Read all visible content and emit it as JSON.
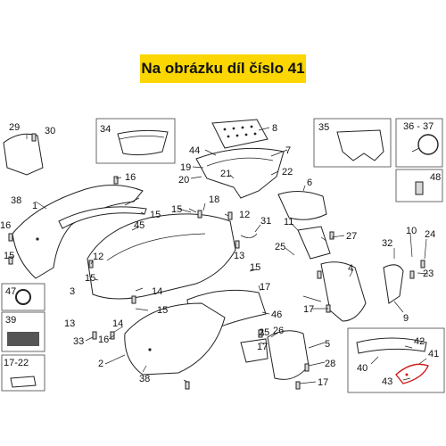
{
  "banner": {
    "text": "Na obrázku díl číslo 41"
  },
  "colors": {
    "banner_bg": "#fbd600",
    "highlight": "#d01c1c"
  },
  "labels": {
    "l1": "1",
    "l2": "2",
    "l3": "3",
    "l4": "4",
    "l5": "5",
    "l6": "6",
    "l7": "7",
    "l8": "8",
    "l9": "9",
    "l10": "10",
    "l11": "11",
    "l12a": "12",
    "l12b": "12",
    "l13a": "13",
    "l13b": "13",
    "l14a": "14",
    "l14b": "14",
    "l15a": "15",
    "l15b": "15",
    "l15c": "15",
    "l15d": "15",
    "l15e": "15",
    "l16a": "16",
    "l16b": "16",
    "l16c": "16",
    "l17a": "17",
    "l17b": "17",
    "l17c": "17",
    "l17d": "17",
    "l18": "18",
    "l19": "19",
    "l20": "20",
    "l21": "21",
    "l22": "22",
    "l23": "23",
    "l24": "24",
    "l25a": "25",
    "l25b": "25",
    "l26": "26",
    "l27": "27",
    "l28": "28",
    "l29": "29",
    "l30": "30",
    "l31": "31",
    "l32": "32",
    "l33": "33",
    "l34": "34",
    "l35": "35",
    "l3637": "36 - 37",
    "l38a": "38",
    "l38b": "38",
    "l39": "39",
    "l40": "40",
    "l41": "41",
    "l42": "42",
    "l43": "43",
    "l44": "44",
    "l45": "45",
    "l46": "46",
    "l47": "47",
    "l48": "48",
    "l1722": "17-22"
  }
}
